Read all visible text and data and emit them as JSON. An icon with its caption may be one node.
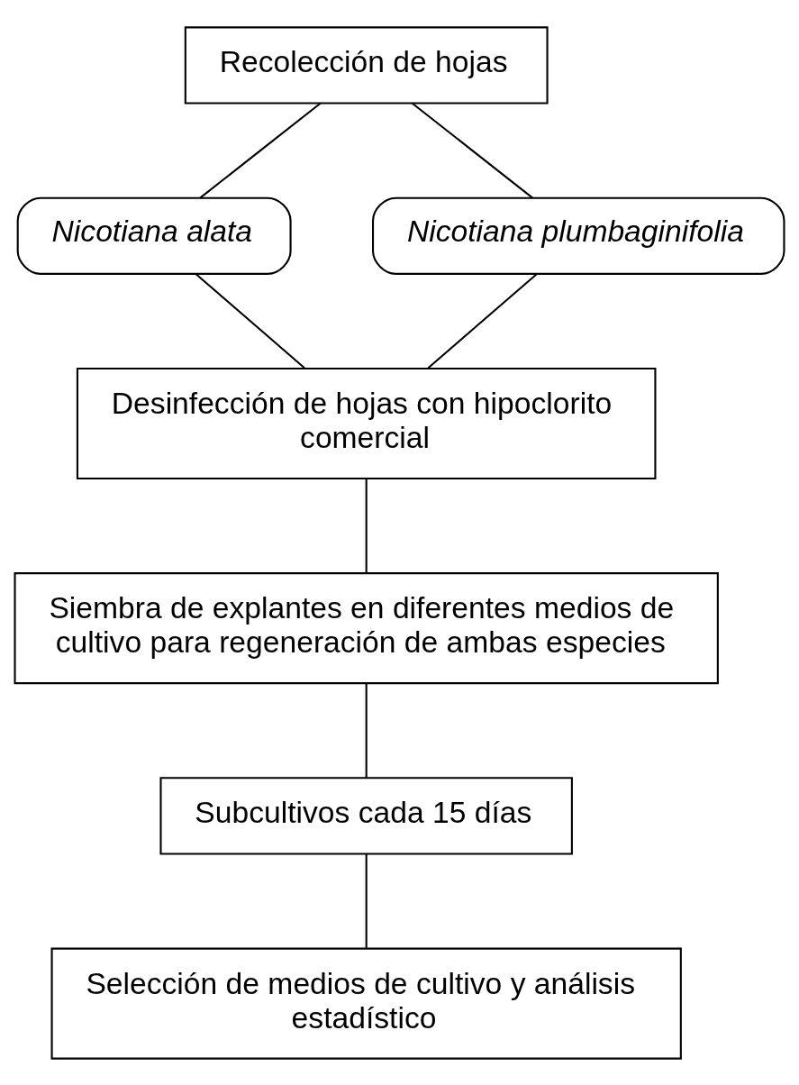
{
  "diagram": {
    "nodes": [
      {
        "text": [
          "Recolección de hojas"
        ]
      },
      {
        "text": [
          "Nicotiana alata"
        ]
      },
      {
        "text": [
          "Nicotiana plumbaginifolia"
        ]
      },
      {
        "text": [
          "Desinfección de hojas con hipoclorito comercial"
        ]
      },
      {
        "text": [
          "Siembra de explantes en diferentes medios de cultivo para regeneración de ambas especies"
        ]
      },
      {
        "text": [
          "Subcultivos cada 15 días"
        ]
      },
      {
        "text": [
          "Selección de medios de cultivo y análisis estadístico"
        ]
      }
    ],
    "edges": [
      {
        "from": 0,
        "to": 1,
        "arrow": "none"
      },
      {
        "from": 0,
        "to": 2,
        "arrow": "none"
      },
      {
        "from": 1,
        "to": 3,
        "arrow": "none"
      },
      {
        "from": 2,
        "to": 3,
        "arrow": "none"
      },
      {
        "from": 3,
        "to": 4,
        "arrow": "none"
      },
      {
        "from": 4,
        "to": 5,
        "arrow": "none"
      },
      {
        "from": 5,
        "to": 6,
        "arrow": "none"
      }
    ]
  }
}
